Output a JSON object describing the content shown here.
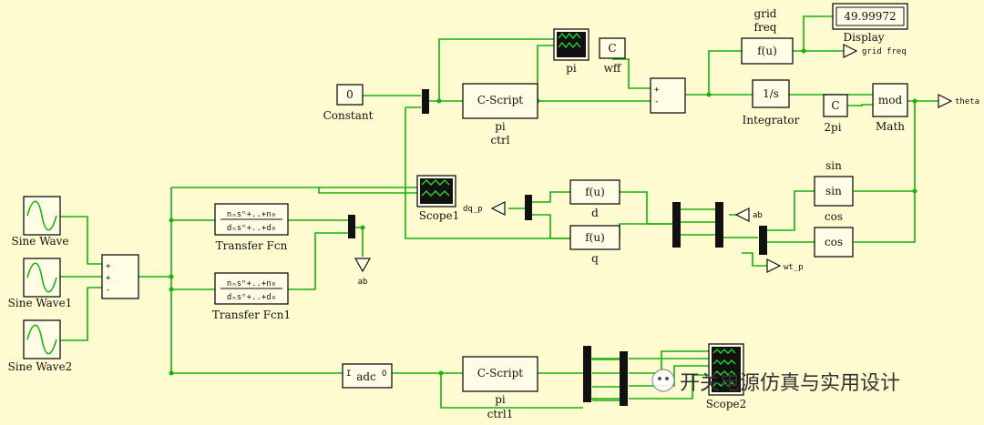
{
  "colors": {
    "background": "#fdfbcf",
    "wire": "#17b20f",
    "scope_trace": "#22d62a",
    "block_fill": "#fffde6"
  },
  "blocks": {
    "constant": {
      "value": "0",
      "label": "Constant"
    },
    "cscript_pi": {
      "text": "C-Script",
      "label1": "pi",
      "label2": "ctrl"
    },
    "scope_pi": {
      "label": "pi"
    },
    "wff": {
      "value": "C",
      "label": "wff"
    },
    "sum_top": {
      "plus": "+",
      "minus": "-"
    },
    "fu_grid": {
      "text": "f(u)",
      "label1": "grid",
      "label2": "freq"
    },
    "display": {
      "value": "49.99972",
      "label": "Display"
    },
    "grid_freq_tag": {
      "label": "grid freq"
    },
    "integrator": {
      "text": "1/s",
      "label": "Integrator"
    },
    "twopi": {
      "value": "C",
      "label": "2pi"
    },
    "mod": {
      "text": "mod",
      "label": "Math"
    },
    "theta_tag": {
      "label": "theta"
    },
    "sin": {
      "text": "sin",
      "label": "sin"
    },
    "cos": {
      "text": "cos",
      "label": "cos"
    },
    "fu_d": {
      "text": "f(u)",
      "label": "d"
    },
    "fu_q": {
      "text": "f(u)",
      "label": "q"
    },
    "dqp_tag": {
      "label": "dq_p"
    },
    "ab_from": {
      "label": "ab"
    },
    "ab_goto": {
      "label": "ab"
    },
    "wtp_tag": {
      "label": "wt_p"
    },
    "scope1": {
      "label": "Scope1"
    },
    "sine1": {
      "label": "Sine Wave"
    },
    "sine2": {
      "label": "Sine Wave1"
    },
    "sine3": {
      "label": "Sine Wave2"
    },
    "sum_left": {
      "p1": "+",
      "p2": "+",
      "p3": "-"
    },
    "tf1": {
      "num": "nₙsⁿ+..+n₀",
      "den": "dₙsⁿ+..+d₀",
      "label": "Transfer Fcn"
    },
    "tf2": {
      "num": "nₙsⁿ+..+n₀",
      "den": "dₙsⁿ+..+d₀",
      "label": "Transfer Fcn1"
    },
    "adc": {
      "in": "I",
      "text": "adc",
      "out": "O"
    },
    "cscript_pi1": {
      "text": "C-Script",
      "label1": "pi",
      "label2": "ctrl1"
    },
    "scope2": {
      "label": "Scope2"
    }
  },
  "watermark": {
    "text": "开关电源仿真与实用设计"
  }
}
